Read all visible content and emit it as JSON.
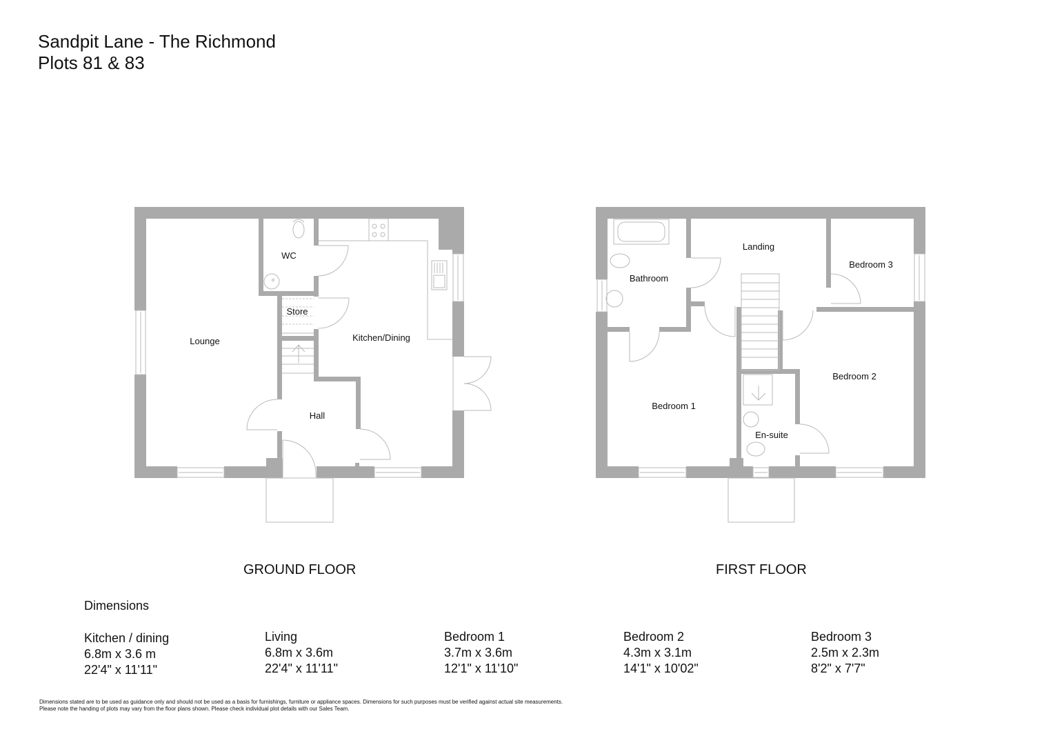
{
  "header": {
    "title_line1": "Sandpit Lane - The Richmond",
    "title_line2": "Plots 81 & 83"
  },
  "ground_floor": {
    "label": "GROUND FLOOR",
    "rooms": {
      "lounge": "Lounge",
      "wc": "WC",
      "store": "Store",
      "kitchen": "Kitchen/Dining",
      "hall": "Hall"
    }
  },
  "first_floor": {
    "label": "FIRST FLOOR",
    "rooms": {
      "bathroom": "Bathroom",
      "landing": "Landing",
      "bedroom3": "Bedroom 3",
      "bedroom1": "Bedroom 1",
      "bedroom2": "Bedroom 2",
      "ensuite": "En-suite"
    }
  },
  "dimensions": {
    "heading": "Dimensions",
    "items": [
      {
        "name": "Kitchen / dining",
        "metric": "6.8m x 3.6 m",
        "imperial": "22'4\" x 11'11\""
      },
      {
        "name": "Living",
        "metric": "6.8m x 3.6m",
        "imperial": "22'4\" x 11'11\""
      },
      {
        "name": "Bedroom 1",
        "metric": "3.7m x 3.6m",
        "imperial": "12'1\" x 11'10\""
      },
      {
        "name": "Bedroom 2",
        "metric": "4.3m x 3.1m",
        "imperial": "14'1\" x 10'02\""
      },
      {
        "name": "Bedroom 3",
        "metric": "2.5m x 2.3m",
        "imperial": "8'2\" x 7'7\""
      }
    ]
  },
  "disclaimer": {
    "line1": "Dimensions stated are to be used as guidance only and should not be used as a basis for furnishings, furniture or appliance spaces. Dimensions for such purposes must be verified against actual site measurements.",
    "line2": "Please note the handing of plots may vary from the floor plans shown. Please check individual plot details with our Sales Team."
  },
  "colors": {
    "wall": "#aaaaaa",
    "fixture_line": "#b9b9b9",
    "text": "#111111",
    "background": "#ffffff"
  }
}
